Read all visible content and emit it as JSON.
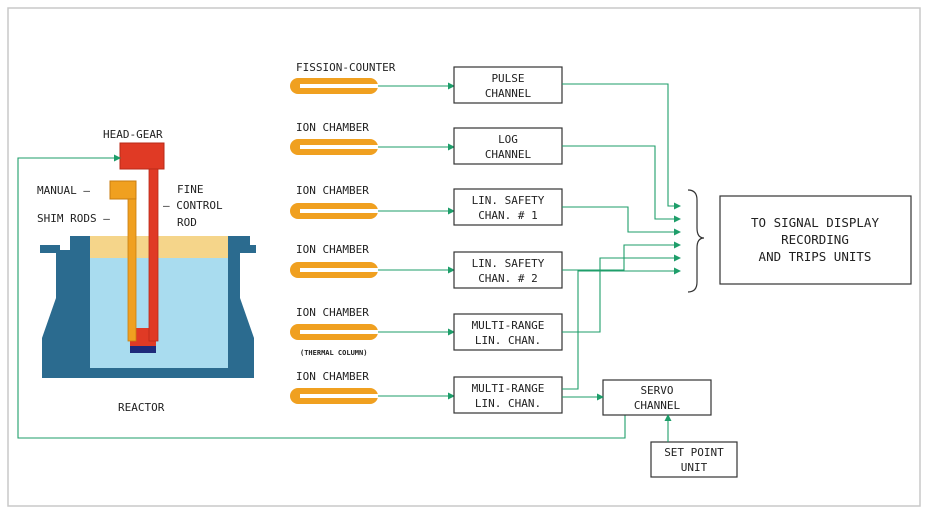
{
  "reactor": {
    "caption": "REACTOR",
    "head_gear_label": "HEAD-GEAR",
    "manual_label": "MANUAL —",
    "shim_rods_label": "SHIM RODS —",
    "fine_label": "FINE",
    "control_label": "— CONTROL",
    "rod_label": "ROD"
  },
  "detectors": [
    {
      "label": "FISSION-COUNTER",
      "note": ""
    },
    {
      "label": "ION CHAMBER",
      "note": ""
    },
    {
      "label": "ION CHAMBER",
      "note": ""
    },
    {
      "label": "ION CHAMBER",
      "note": ""
    },
    {
      "label": "ION CHAMBER",
      "note": "(THERMAL COLUMN)"
    },
    {
      "label": "ION CHAMBER",
      "note": ""
    }
  ],
  "channels": [
    {
      "line1": "PULSE",
      "line2": "CHANNEL"
    },
    {
      "line1": "LOG",
      "line2": "CHANNEL"
    },
    {
      "line1": "LIN. SAFETY",
      "line2": "CHAN. # 1"
    },
    {
      "line1": "LIN. SAFETY",
      "line2": "CHAN. # 2"
    },
    {
      "line1": "MULTI-RANGE",
      "line2": "LIN. CHAN."
    },
    {
      "line1": "MULTI-RANGE",
      "line2": "LIN. CHAN."
    }
  ],
  "servo": {
    "line1": "SERVO",
    "line2": "CHANNEL"
  },
  "set_point": {
    "line1": "SET POINT",
    "line2": "UNIT"
  },
  "output": {
    "line1": "TO SIGNAL DISPLAY",
    "line2": "RECORDING",
    "line3": "AND TRIPS UNITS"
  },
  "colors": {
    "flow": "#1e9e6a",
    "detector": "#f0a020",
    "reactor_vessel": "#2b6b8f",
    "water": "#a9dcef",
    "shield_top": "#f5d58a",
    "head_gear": "#e03a25",
    "manual": "#f0a020"
  }
}
